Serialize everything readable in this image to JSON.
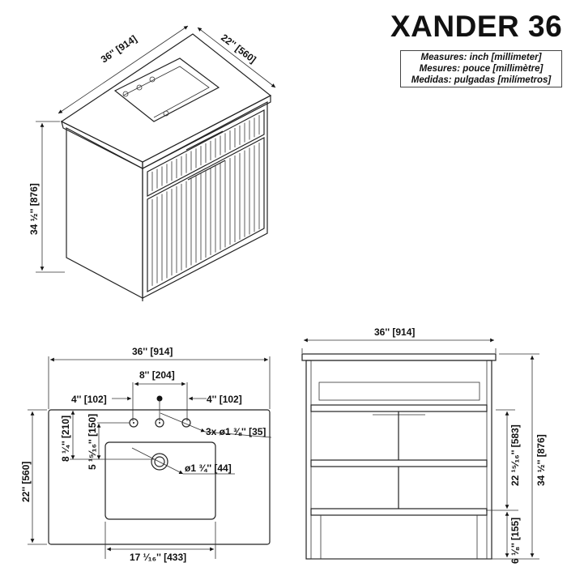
{
  "title": "XANDER 36",
  "units": [
    "Measures: inch [millimeter]",
    "Mesures: pouce [millimètre]",
    "Medidas: pulgadas [milímetros]"
  ],
  "perspective": {
    "width": "36'' [914]",
    "depth": "22'' [560]",
    "height": "34 ½'' [876]"
  },
  "top_view": {
    "width": "36'' [914]",
    "spread": "8'' [204]",
    "left_offset": "4'' [102]",
    "right_offset": "4'' [102]",
    "holes": "3x ø1 ⅜'' [35]",
    "drain": "ø1 ¾'' [44]",
    "depth": "22'' [560]",
    "drain_from_back": "8 ¼'' [210]",
    "sink_from_holes": "5 ¹⁵⁄₁₆'' [150]",
    "sink_width": "17 ¹⁄₁₆'' [433]"
  },
  "front_view": {
    "width": "36'' [914]",
    "total_height": "34 ½'' [876]",
    "cabinet_height": "22 ¹⁵⁄₁₆'' [583]",
    "toe_height": "6 ⅛'' [155]"
  }
}
